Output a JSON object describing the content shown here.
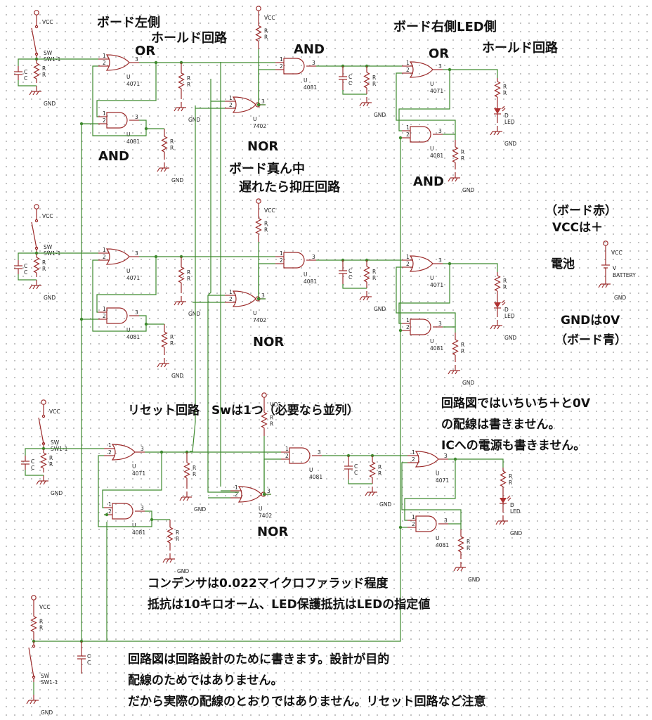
{
  "notes": {
    "board_left": "ボード左側",
    "hold_circuit_left": "ホールド回路",
    "board_right_led": "ボード右側LED側",
    "hold_circuit_right": "ホールド回路",
    "board_center": "ボード真ん中",
    "late_suppress": "遅れたら抑圧回路",
    "board_red": "（ボード赤）",
    "vcc_plus": "VCCは＋",
    "battery_label": "電池",
    "gnd_zero": "GNDは0V",
    "board_blue": "（ボード青）",
    "reset_circuit": "リセット回路　Swは1つ（必要なら並列）",
    "no_supply_1": "回路図ではいちいち＋と0V",
    "no_supply_2": "の配線は書きません。",
    "no_supply_3": "ICへの電源も書きません。",
    "cap_value": "コンデンサは0.022マイクロファラッド程度",
    "res_value": "抵抗は10キロオーム、LED保護抵抗はLEDの指定値",
    "purpose_1": "回路図は回路設計のために書きます。設計が目的",
    "purpose_2": "配線のためではありません。",
    "purpose_3": "だから実際の配線のとおりではありません。リセット回路など注意"
  },
  "gate_titles": {
    "or": "OR",
    "and": "AND",
    "nor": "NOR"
  },
  "part_labels": {
    "vcc": "VCC",
    "gnd": "GND",
    "sw": "SW",
    "sw_ref": "SW1-1",
    "res": "R",
    "cap": "C",
    "led_ref": "D",
    "led": "LED",
    "u": "U",
    "or_ic": "4071",
    "and_ic": "4081",
    "nor_ic": "7402",
    "battery_ref": "V",
    "battery": "BATTERY",
    "pin1": "1",
    "pin2": "2",
    "pin3": "3"
  }
}
